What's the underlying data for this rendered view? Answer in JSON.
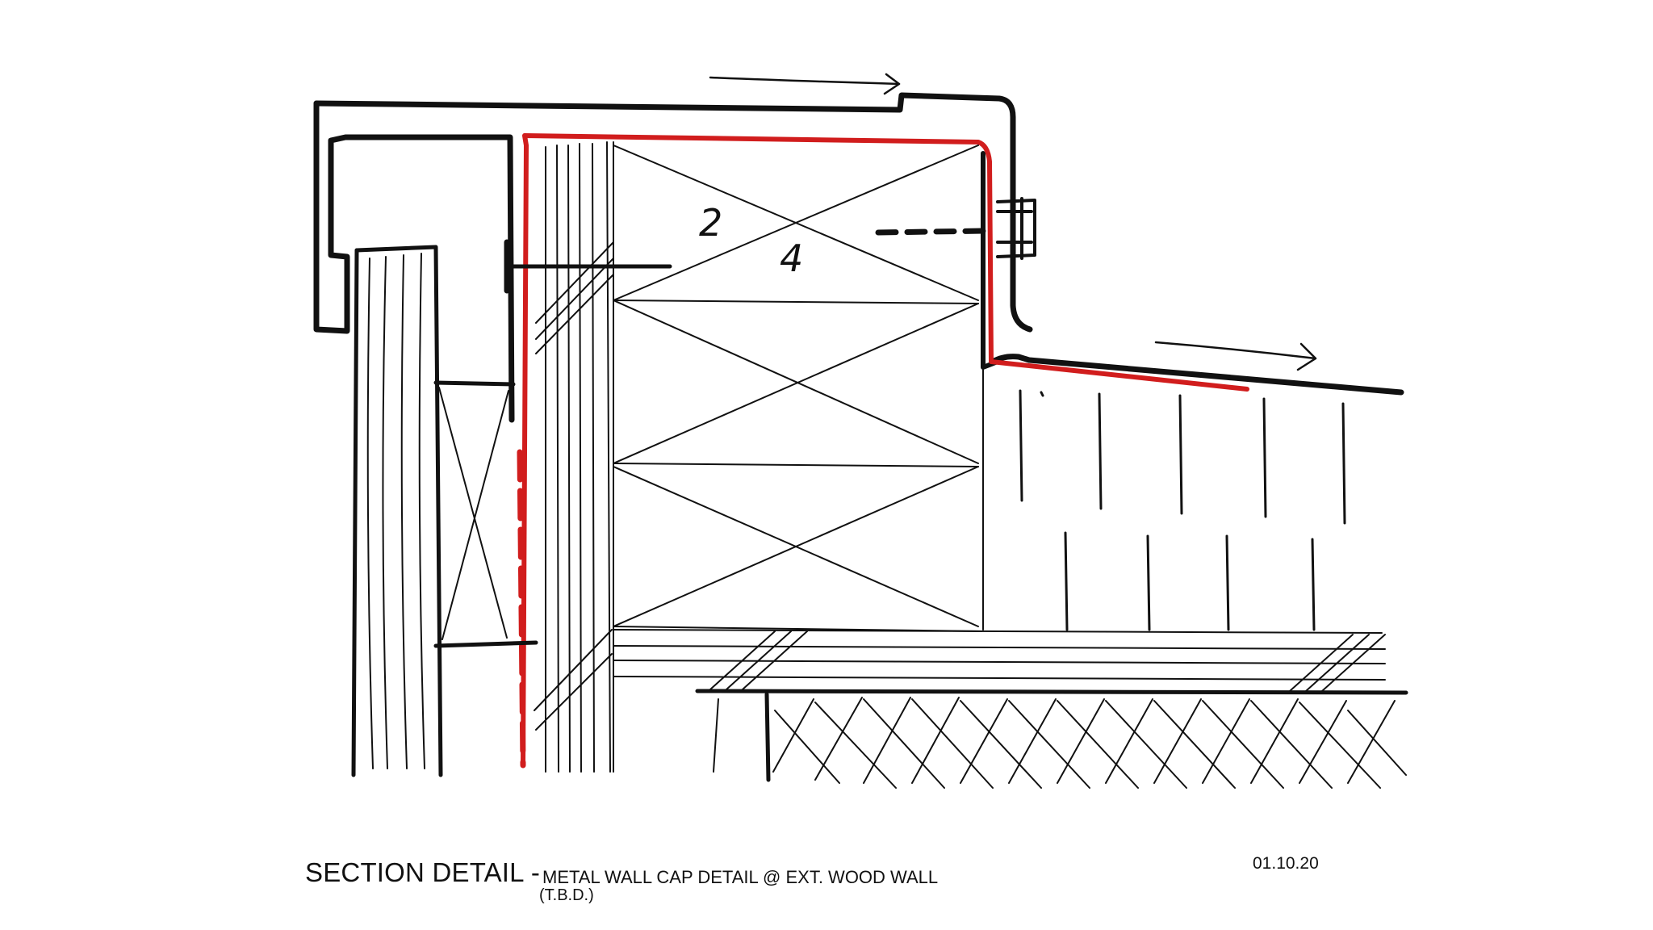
{
  "drawing": {
    "subject": "metal wall cap section sketch",
    "dimension_labels": [
      "2",
      "4"
    ],
    "accent_color": "#d11d1d",
    "ink_color": "#111111"
  },
  "title_block": {
    "main": "SECTION DETAIL -",
    "subtitle": "METAL WALL CAP DETAIL @ EXT. WOOD WALL",
    "note": "(T.B.D.)",
    "date": "01.10.20"
  }
}
